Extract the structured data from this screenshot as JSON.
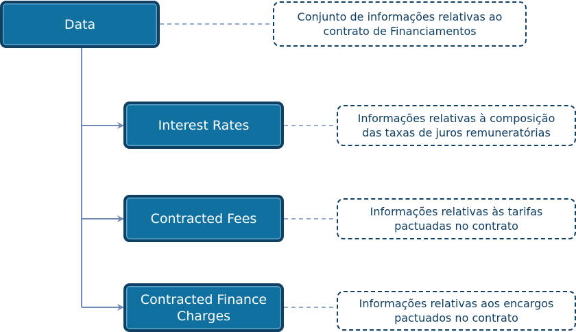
{
  "nodes": {
    "data": "Data",
    "interest_rates": "Interest Rates",
    "contracted_fees": "Contracted Fees",
    "contracted_finance_charges": "Contracted Finance Charges"
  },
  "notes": {
    "data": "Conjunto de informações relativas ao\ncontrato de Financiamentos",
    "interest_rates": "Informações relativas à composição\ndas taxas de juros remuneratórias",
    "contracted_fees": "Informações relativas às tarifas\npactuadas no contrato",
    "contracted_finance_charges": "Informações relativas aos encargos\npactuados no contrato"
  },
  "colors": {
    "node_fill": "#10709f",
    "node_border": "#0f3f63",
    "note_text": "#0f3f63",
    "connector": "#6f8ab8"
  }
}
